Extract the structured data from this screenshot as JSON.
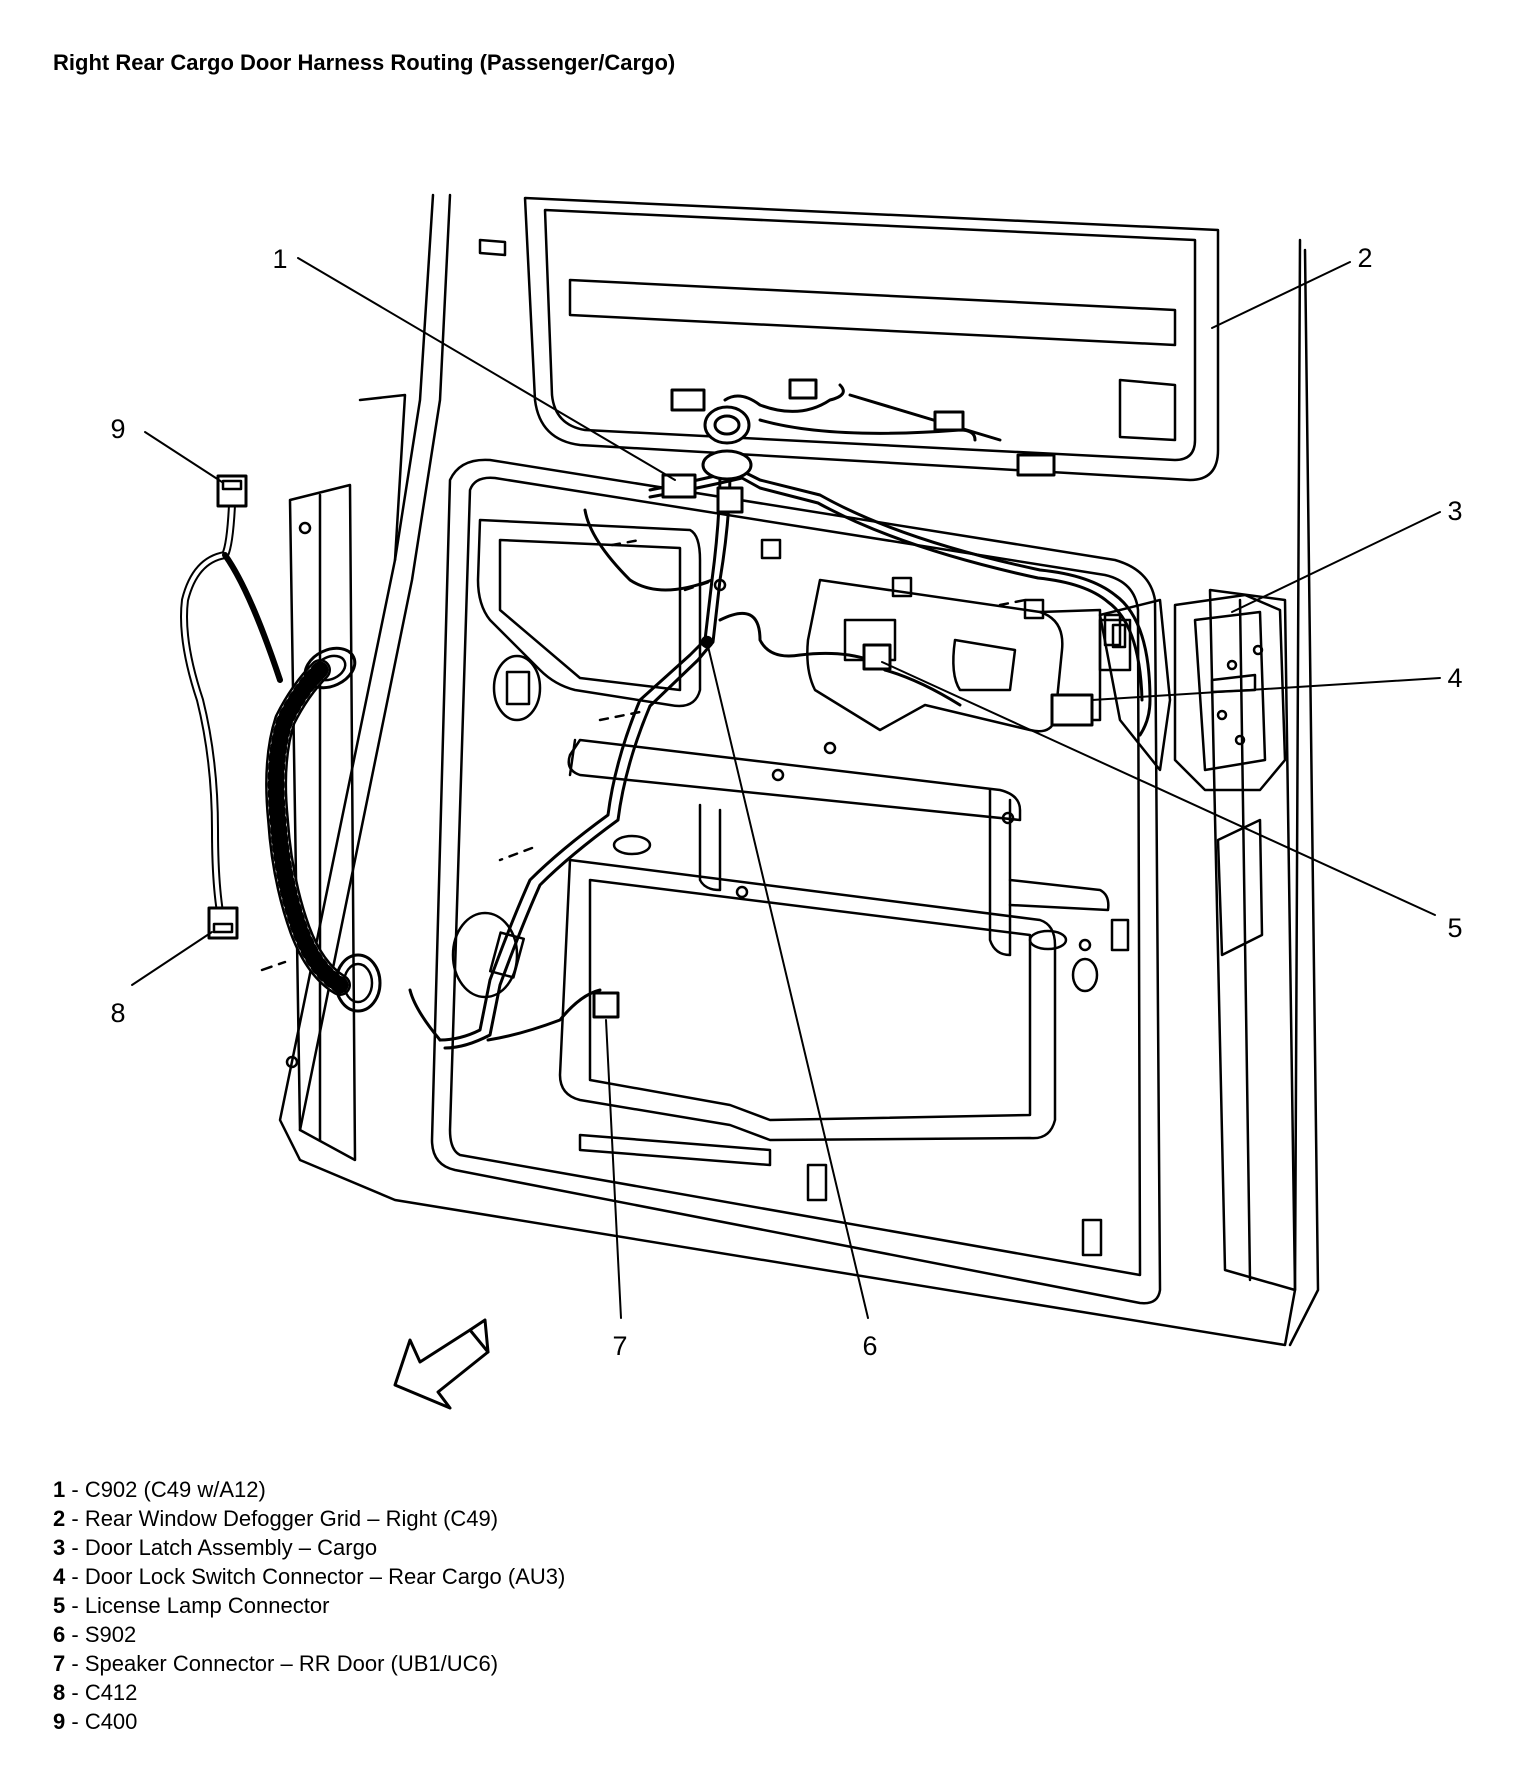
{
  "title": "Right Rear Cargo Door Harness Routing (Passenger/Cargo)",
  "callouts": [
    "1",
    "2",
    "3",
    "4",
    "5",
    "6",
    "7",
    "8",
    "9"
  ],
  "legend": [
    {
      "num": "1",
      "sep": " - ",
      "text": "C902 (C49 w/A12)"
    },
    {
      "num": "2",
      "sep": " - ",
      "text": "Rear Window Defogger Grid – Right (C49)"
    },
    {
      "num": "3",
      "sep": " - ",
      "text": "Door Latch Assembly – Cargo"
    },
    {
      "num": "4",
      "sep": " - ",
      "text": "Door Lock Switch Connector – Rear Cargo (AU3)"
    },
    {
      "num": "5",
      "sep": " - ",
      "text": "License Lamp Connector"
    },
    {
      "num": "6",
      "sep": " - ",
      "text": "S902"
    },
    {
      "num": "7",
      "sep": " - ",
      "text": "Speaker Connector – RR Door (UB1/UC6)"
    },
    {
      "num": "8",
      "sep": " - ",
      "text": "C412"
    },
    {
      "num": "9",
      "sep": " - ",
      "text": "C400"
    }
  ]
}
